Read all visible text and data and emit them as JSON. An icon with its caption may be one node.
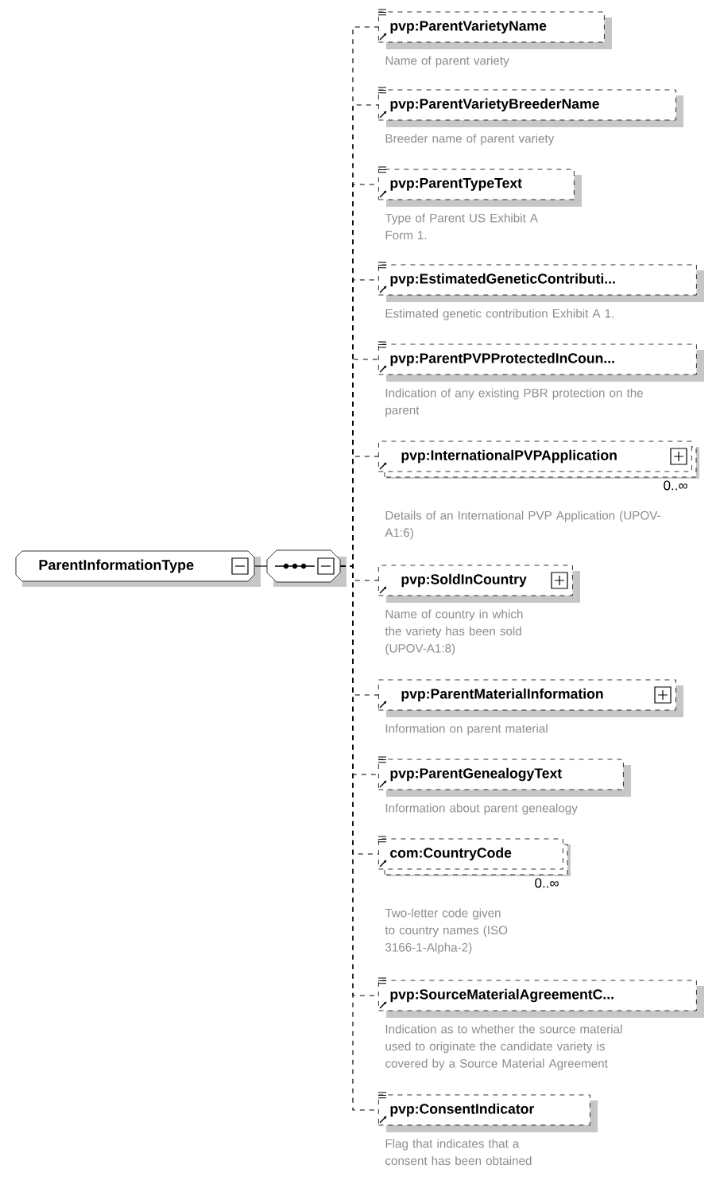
{
  "diagram": {
    "nodes": [
      {
        "text": [
          "ParentInformationType"
        ]
      },
      {
        "text": [],
        "shape": "octagon"
      },
      {
        "text": [
          "pvp:ParentVarietyName"
        ],
        "beside": [
          "Name of parent variety"
        ]
      },
      {
        "text": [
          "pvp:ParentVarietyBreederName"
        ],
        "beside": [
          "Breeder name of parent variety"
        ]
      },
      {
        "text": [
          "pvp:ParentTypeText"
        ],
        "beside": [
          "Type of Parent US Exhibit A Form 1."
        ]
      },
      {
        "text": [
          "pvp:EstimatedGeneticContributi..."
        ],
        "beside": [
          "Estimated genetic contribution Exhibit A 1."
        ]
      },
      {
        "text": [
          "pvp:ParentPVPProtectedInCoun..."
        ],
        "beside": [
          "Indication of any existing PBR protection on the parent"
        ]
      },
      {
        "text": [
          "pvp:InternationalPVPApplication"
        ],
        "beside": [
          "0..∞",
          "Details of an International PVP Application (UPOV-A1:6)"
        ]
      },
      {
        "text": [
          "pvp:SoldInCountry"
        ],
        "beside": [
          "Name of country in which the variety has been sold (UPOV-A1:8)"
        ]
      },
      {
        "text": [
          "pvp:ParentMaterialInformation"
        ],
        "beside": [
          "Information on parent material"
        ]
      },
      {
        "text": [
          "pvp:ParentGenealogyText"
        ],
        "beside": [
          "Information about parent genealogy"
        ]
      },
      {
        "text": [
          "com:CountryCode"
        ],
        "beside": [
          "0..∞",
          "Two-letter code given to country names (ISO 3166-1-Alpha-2)"
        ]
      },
      {
        "text": [
          "pvp:SourceMaterialAgreementC..."
        ],
        "beside": [
          "Indication as to whether the source material used to originate the candidate variety is covered by a Source Material Agreement"
        ]
      },
      {
        "text": [
          "pvp:ConsentIndicator"
        ],
        "beside": [
          "Flag that indicates that a consent has been obtained"
        ]
      }
    ],
    "edges": [
      {
        "from": 0,
        "to": 1,
        "arrow": "none"
      },
      {
        "from": 1,
        "to": 2,
        "arrow": "none",
        "style": "dashed"
      },
      {
        "from": 1,
        "to": 3,
        "arrow": "none",
        "style": "dashed"
      },
      {
        "from": 1,
        "to": 4,
        "arrow": "none",
        "style": "dashed"
      },
      {
        "from": 1,
        "to": 5,
        "arrow": "none",
        "style": "dashed"
      },
      {
        "from": 1,
        "to": 6,
        "arrow": "none",
        "style": "dashed"
      },
      {
        "from": 1,
        "to": 7,
        "arrow": "none",
        "style": "dashed"
      },
      {
        "from": 1,
        "to": 8,
        "arrow": "none",
        "style": "dashed"
      },
      {
        "from": 1,
        "to": 9,
        "arrow": "none",
        "style": "dashed"
      },
      {
        "from": 1,
        "to": 10,
        "arrow": "none",
        "style": "dashed"
      },
      {
        "from": 1,
        "to": 11,
        "arrow": "none",
        "style": "dashed"
      },
      {
        "from": 1,
        "to": 12,
        "arrow": "none",
        "style": "dashed"
      },
      {
        "from": 1,
        "to": 13,
        "arrow": "none",
        "style": "dashed"
      }
    ]
  }
}
